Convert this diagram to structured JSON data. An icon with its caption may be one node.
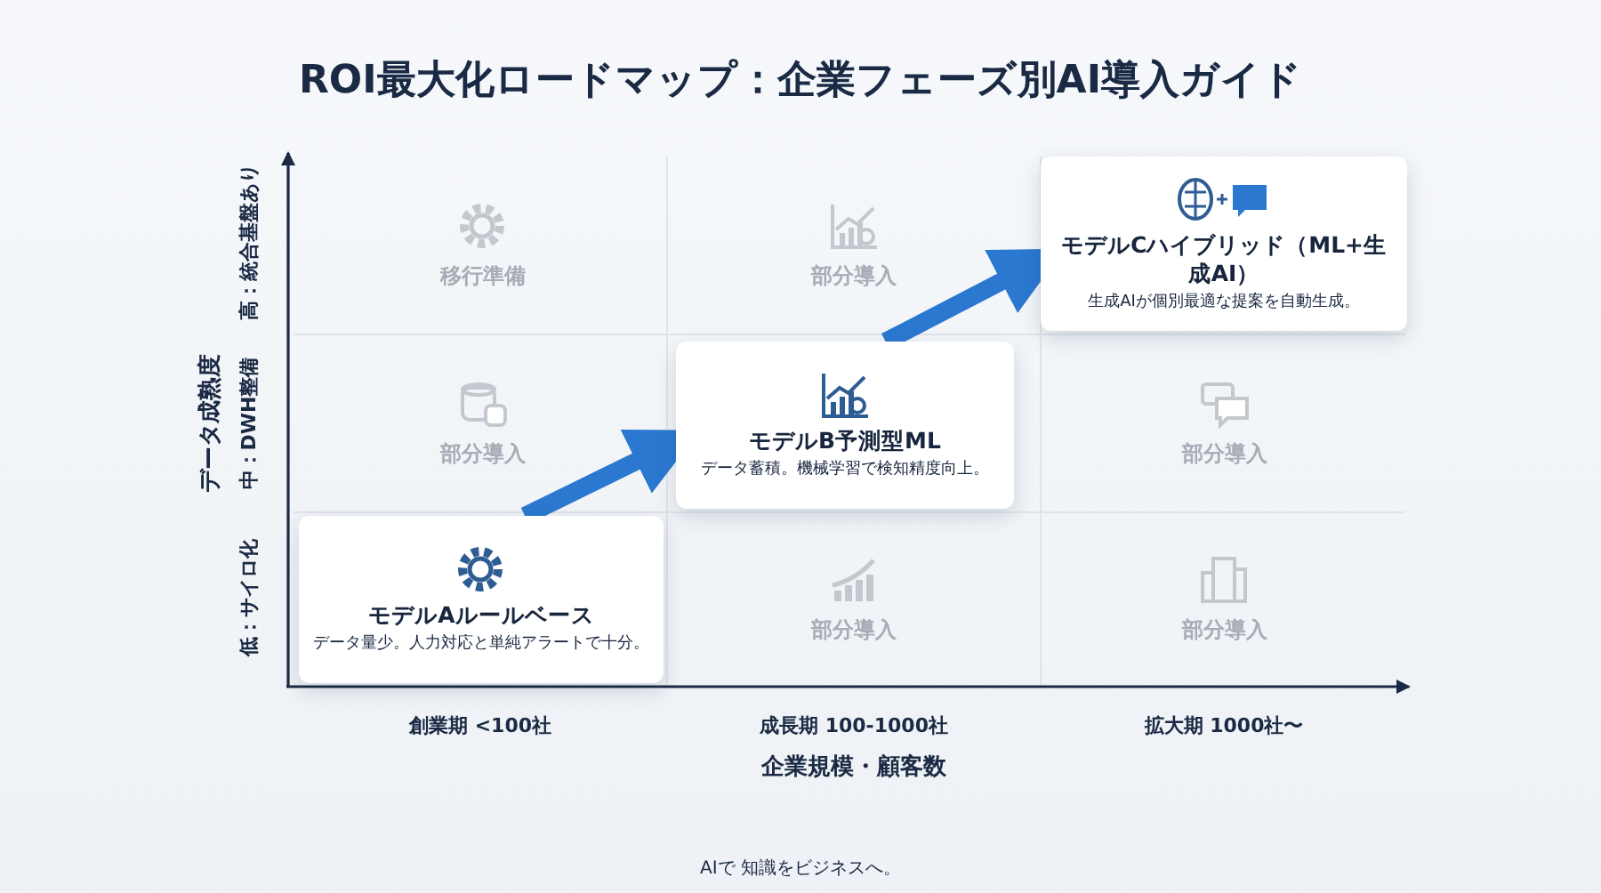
{
  "diagram": {
    "title": "ROI最大化ロードマップ：企業フェーズ別AI導入ガイド",
    "nodes": [
      {
        "text": [
          "移行準備"
        ]
      },
      {
        "text": [
          "部分導入"
        ]
      },
      {
        "text": [
          "モデルCハイブリッド（ML+生成AI）",
          "生成AIが個別最適な提案を自動生成。"
        ]
      },
      {
        "text": [
          "部分導入"
        ]
      },
      {
        "text": [
          "モデルB予測型ML",
          "データ蓄積。機械学習で検知精度向上。"
        ]
      },
      {
        "text": [
          "部分導入"
        ]
      },
      {
        "text": [
          "モデルAルールベース",
          "データ量少。人力対応と単純アラートで十分。"
        ]
      },
      {
        "text": [
          "部分導入"
        ]
      },
      {
        "text": [
          "部分導入"
        ]
      }
    ],
    "edges": [
      {
        "from": 6,
        "to": 4,
        "arrow": "to"
      },
      {
        "from": 4,
        "to": 2,
        "arrow": "to"
      }
    ],
    "labels": [
      "高：統合基盤あり",
      "中：DWH整備",
      "低：サイロ化",
      "データ成熟度",
      "創業期 <100社",
      "成長期 100-1000社",
      "拡大期 1000社〜",
      "企業規模・顧客数",
      "AIで 知識をビジネスへ。"
    ]
  }
}
